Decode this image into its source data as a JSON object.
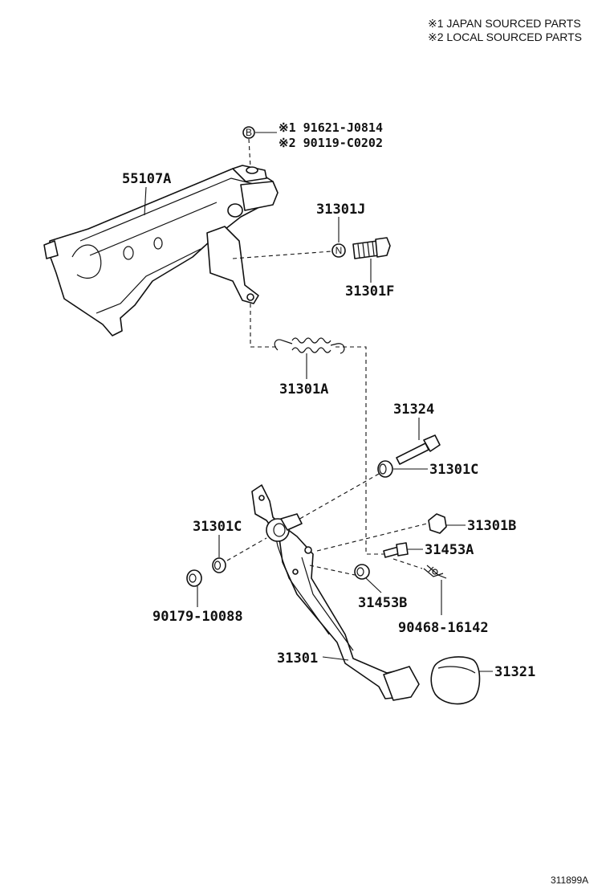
{
  "notes": {
    "japan": "※1 JAPAN SOURCED PARTS",
    "local": "※2 LOCAL SOURCED PARTS"
  },
  "bolt_b": {
    "symbol": "B",
    "japan_part": "※1 91621-J0814",
    "local_part": "※2 90119-C0202"
  },
  "nut_n": {
    "symbol": "N"
  },
  "parts": {
    "bracket": "55107A",
    "pivot_nut": "31301J",
    "pivot_bolt": "31301F",
    "return_spring": "31301A",
    "bushing_upper": "31301C",
    "shaft_bolt": "31324",
    "bushing_left": "31301C",
    "stopper": "31301B",
    "pin": "31453A",
    "clip_nut": "31453B",
    "nut_lower": "90179-10088",
    "clip": "90468-16142",
    "pedal": "31301",
    "pedal_pad": "31321"
  },
  "ref_code": "311899A"
}
